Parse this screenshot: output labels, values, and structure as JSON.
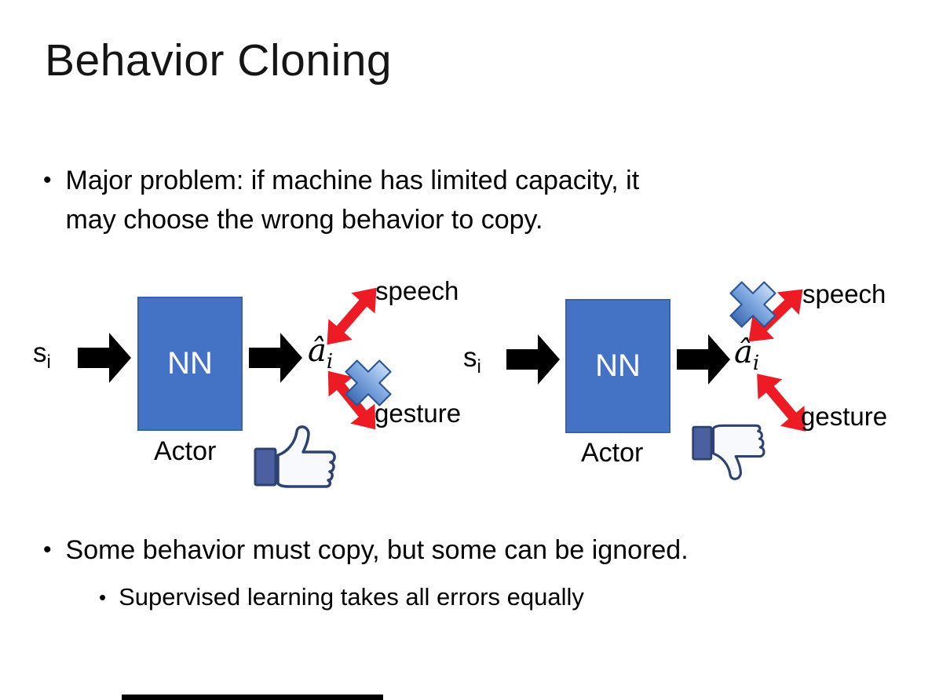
{
  "slide": {
    "title": "Behavior Cloning",
    "bullets": {
      "glyph": "•",
      "b1_line1": "Major problem: if machine has limited capacity, it",
      "b1_line2": "may choose the wrong behavior to copy.",
      "b2": "Some behavior must copy, but some can be ignored.",
      "b2_sub": "Supervised learning takes all errors equally"
    }
  },
  "diagrams": {
    "left": {
      "input": "s",
      "input_sub": "i",
      "nn": "NN",
      "output": "â",
      "output_sub": "i",
      "speech": "speech",
      "gesture": "gesture",
      "actor": "Actor",
      "crossed_action": "gesture",
      "feedback_icon": "thumbs-up-icon"
    },
    "right": {
      "input": "s",
      "input_sub": "i",
      "nn": "NN",
      "output": "â",
      "output_sub": "i",
      "speech": "speech",
      "gesture": "gesture",
      "actor": "Actor",
      "crossed_action": "speech",
      "feedback_icon": "thumbs-down-icon"
    }
  },
  "colors": {
    "slide_bg": "#FFFFFF",
    "text": "#000000",
    "nn_box_fill": "#4472C4",
    "nn_box_border": "#3A62A9",
    "nn_text": "#FFFFFF",
    "arrow_black": "#000000",
    "arrow_red": "#ED1C24",
    "cross_blue": "#4E86D4",
    "cross_stroke": "#2B5797",
    "thumb_cuff": "#4C5F9E",
    "thumb_outline": "#2E4272",
    "thumb_hand": "#F8F9FC"
  }
}
